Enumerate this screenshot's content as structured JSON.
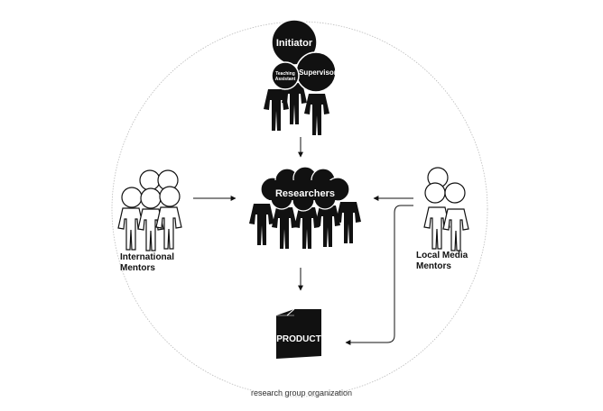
{
  "labels": {
    "initiator": "Initiator",
    "teaching_assistant_1": "Teaching",
    "teaching_assistant_2": "Assistant",
    "supervisor": "Supervisor",
    "researchers": "Researchers",
    "international_mentors_1": "International",
    "international_mentors_2": "Mentors",
    "local_media_mentors_1": "Local Media",
    "local_media_mentors_2": "Mentors",
    "product": "PRODUCT"
  },
  "caption": "research group organization",
  "colors": {
    "ink": "#111111",
    "boundary": "#bbbbbb",
    "caption": "#333333"
  }
}
